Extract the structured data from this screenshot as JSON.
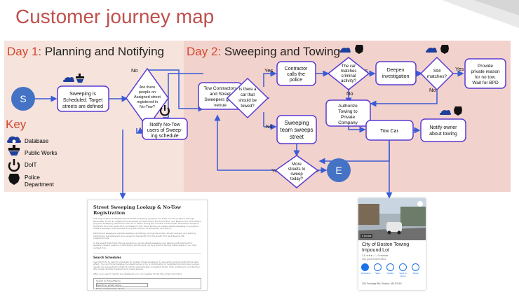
{
  "title": "Customer journey map",
  "day1": {
    "prefix": "Day 1:",
    "title": " Planning and Notifying"
  },
  "day2": {
    "prefix": "Day 2:",
    "title": " Sweeping and Towing"
  },
  "key": {
    "title": "Key",
    "items": [
      {
        "icon": "database-icon",
        "label": "Database"
      },
      {
        "icon": "public-works-icon",
        "label": "Public Works"
      },
      {
        "icon": "power-icon",
        "label": "DoIT"
      },
      {
        "icon": "police-badge-icon",
        "label": "Police Department",
        "line1": "Police",
        "line2": "Department"
      }
    ]
  },
  "nodes": {
    "start": "S",
    "end": "E",
    "scheduled": [
      "Sweeping is",
      "Scheduled. Target",
      "streets are defined"
    ],
    "people_check": [
      "Are there",
      "people on",
      "Assigned street",
      "registered in",
      "No-Tow?"
    ],
    "notify_notow": [
      "Notify No-Tow",
      "users of Sweep-",
      "ing schedule"
    ],
    "go_to_venue": [
      "Tow Contractors",
      "and Street",
      "Sweepers go to",
      "venue"
    ],
    "car_check": [
      "Is there a",
      "car that",
      "should be",
      "towed?"
    ],
    "contractor_police": [
      "Contractor",
      "calls the",
      "police"
    ],
    "criminal_check": [
      "The car",
      "matches",
      "criminal",
      "activity?"
    ],
    "deepen": [
      "Deepen",
      "investigation"
    ],
    "still_matches": [
      "Still",
      "matches?"
    ],
    "private_reason": [
      "Provide",
      "private reason",
      "for no tow.",
      "Wait for BPD"
    ],
    "authorize": [
      "Authorize",
      "Towing to",
      "Private",
      "Company"
    ],
    "tow_car": [
      "Tow Car"
    ],
    "notify_owner": [
      "Notify owner",
      "about towing"
    ],
    "team_sweeps": [
      "Sweeping",
      "team sweeps",
      "street"
    ],
    "more_streets": [
      "More",
      "streets to",
      "sweep",
      "today?"
    ]
  },
  "edges": {
    "yes": "Yes",
    "no": "No"
  },
  "panel": {
    "title": "Street Sweeping Lookup & No-Tow Registration",
    "p1": "The City's Seasonal Neighborhood Street Sweeping program currently runs from April 1 through November 30 for all neighborhoods except the North End, the South End, and Beacon Hill. The District program sweeping restrictions are not in effect during the months of December and March except in the North End, the South End, and Beacon Hill. There will be no posted street sweeping on program related holidays, enforcement during the months of December and March.",
    "p2": "Mechanical sweepers operate weather permitting. During the winter, street cleaning and parking restrictions are lightened only except in the North End, the South End, and Beacon Hill neighborhoods.",
    "p3": "In the event that Public Works decides to cancel street sweeping and parking enforcement for weather related reasons, notifications will be sent out by e-mail to No-Tow subscribers or you may contact 311.",
    "search_title": "Search Schedules",
    "search_text": "Use this form to search schedules for posted street sweeping, to see when parking restrictions take effect. You can find schedules by street name, or by a combination of neighborhood and day. Lookup results are presented by District (which approximates a neighborhood), Side (odd/even), and Section (the longer streets chopped up to make sense).",
    "search_text2": "After your search results are displayed, you can register for No-Tow email reminders.",
    "field_legend": "Search by Street Name",
    "field_placeholder": "Search by street name...",
    "field_hint": "Enter a street/name above."
  },
  "map_card": {
    "photos": "8 photos",
    "name": "City of Boston Towing Impound Lot",
    "rating": "3.8 ★★★☆☆ 9 reviews",
    "category": "City government office",
    "actions": [
      "Directions",
      "Save",
      "Nearby",
      "Send to phone",
      "Share"
    ],
    "address": "200 Frontage Rd, Boston, MA 02118"
  },
  "colors": {
    "title": "#c0504d",
    "day1_bg": "#f5e3dc",
    "day2_bg": "#f2d2cc",
    "node_fill": "#ffffff",
    "node_stroke": "#5a3bd1",
    "start_fill": "#4472c4",
    "edge": "#3a5bd6"
  }
}
